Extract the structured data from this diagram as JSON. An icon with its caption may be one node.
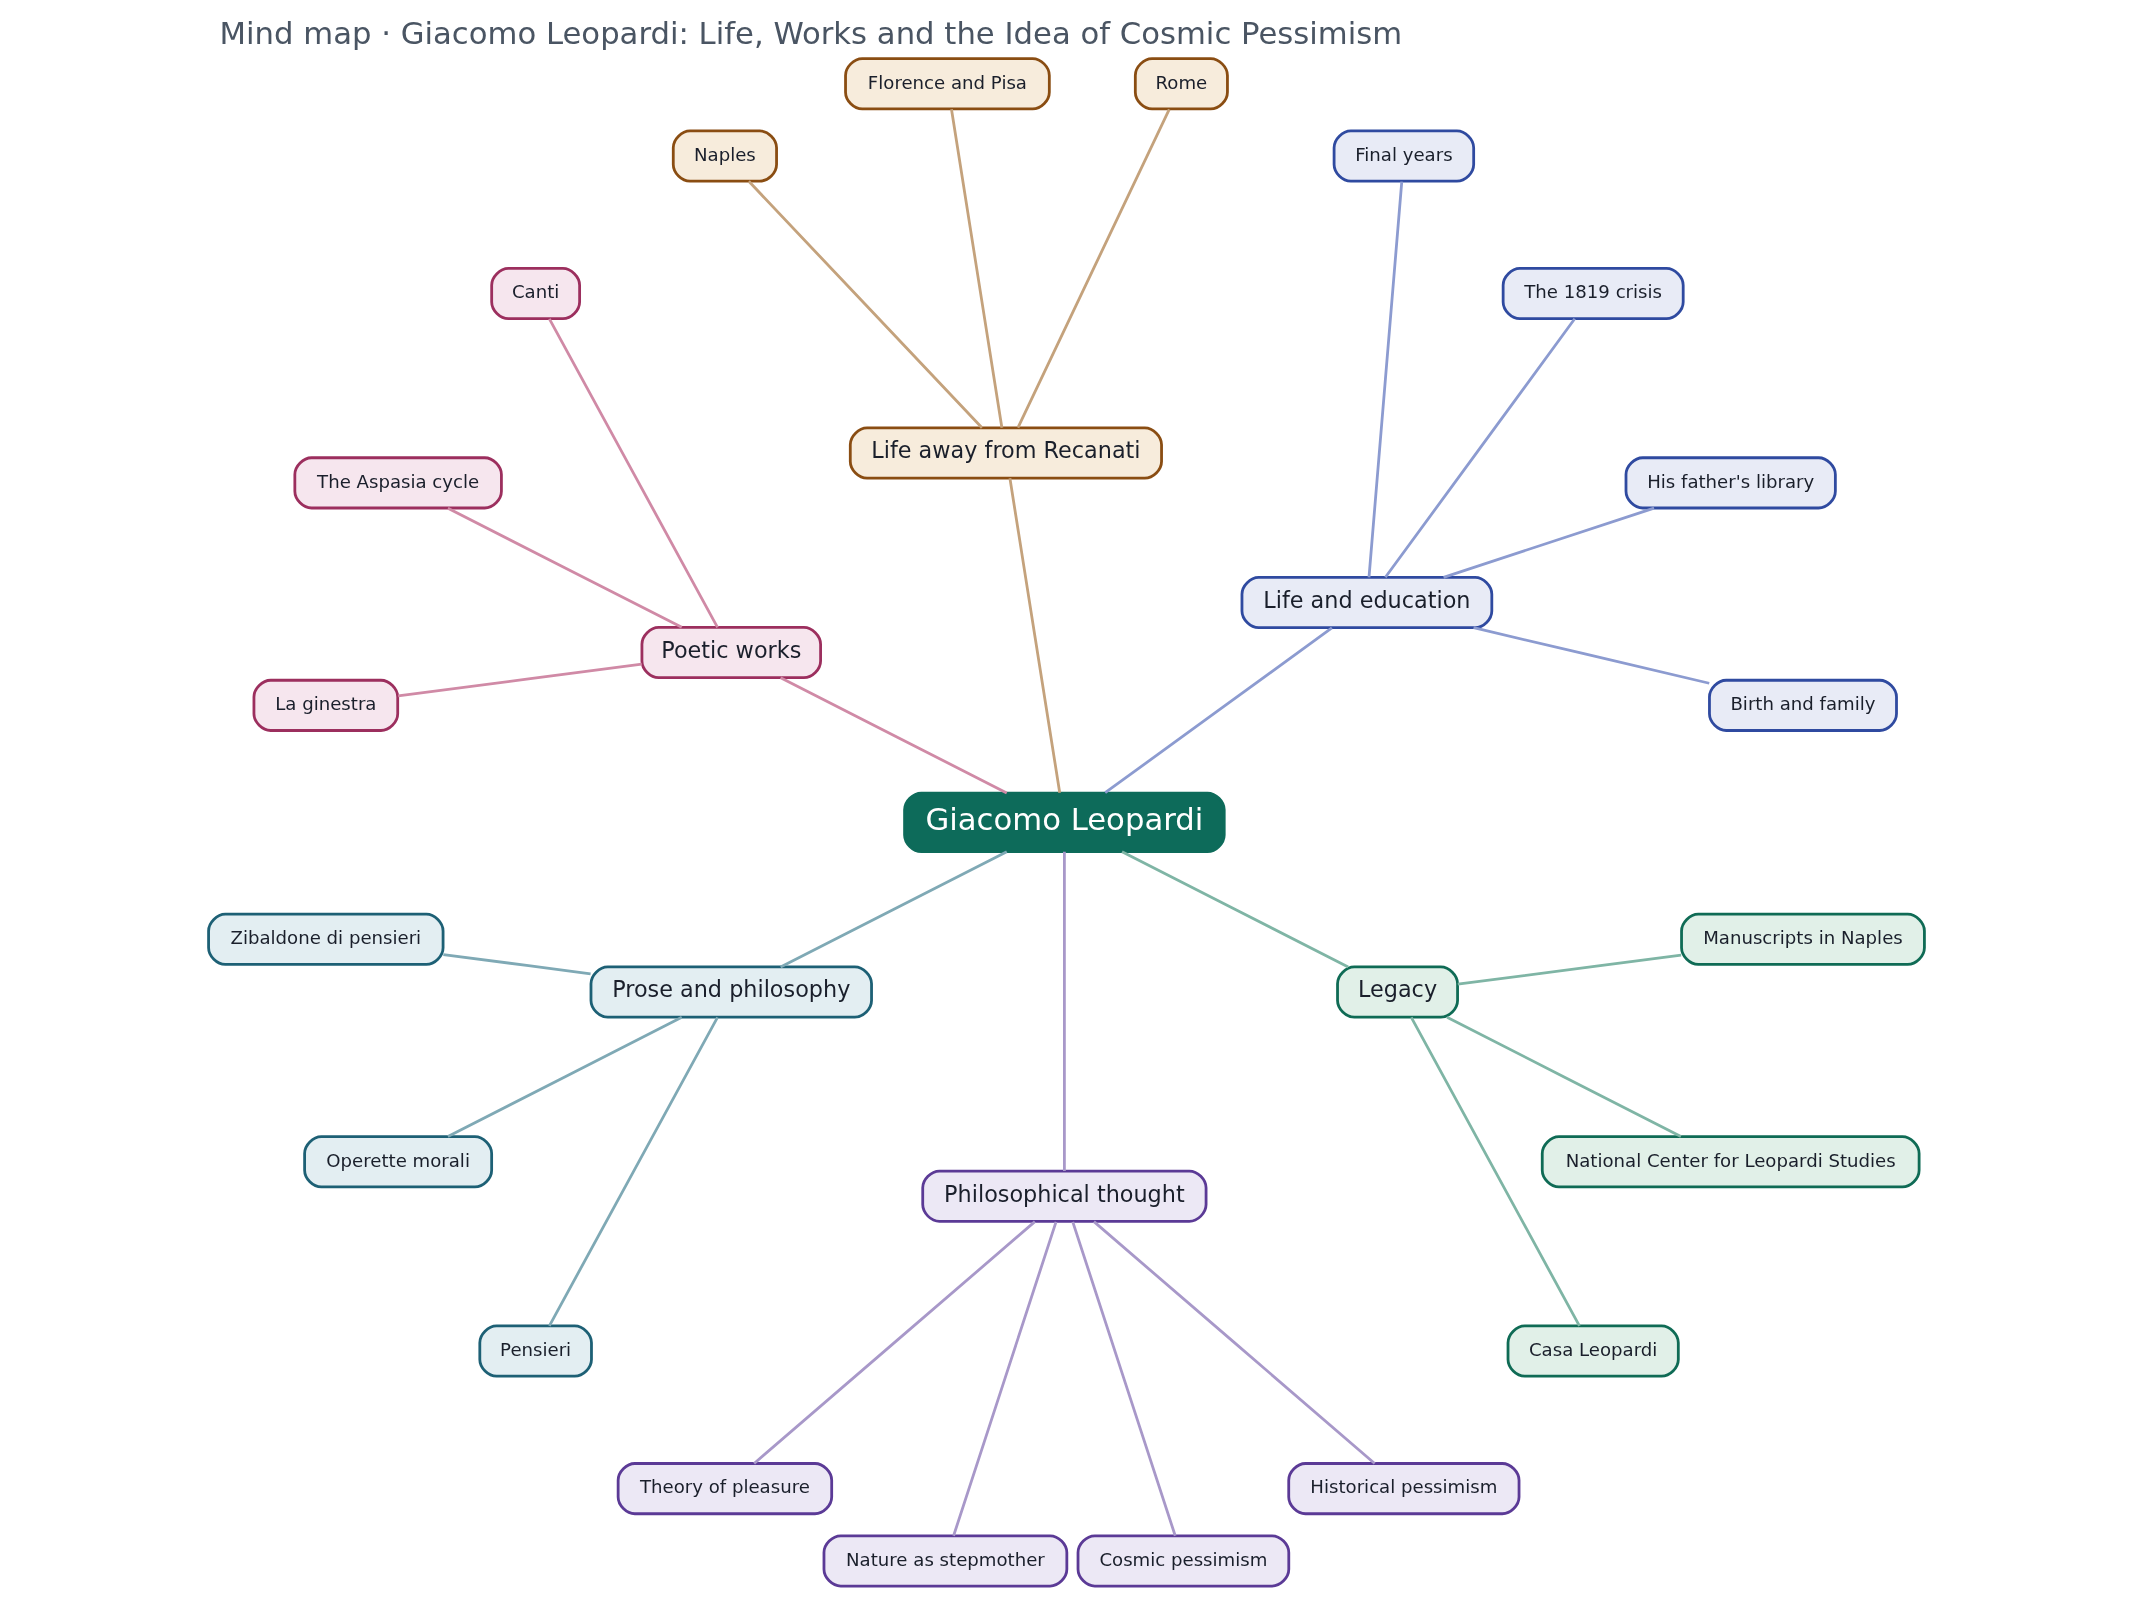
{
  "diagram": {
    "title": "Mind map · Giacomo Leopardi: Life, Works and the Idea of Cosmic Pessimism",
    "nodes": [
      {
        "text": [
          "Giacomo Leopardi"
        ]
      },
      {
        "text": [
          "Life and education"
        ]
      },
      {
        "text": [
          "Birth and family"
        ]
      },
      {
        "text": [
          "His father's library"
        ]
      },
      {
        "text": [
          "The 1819 crisis"
        ]
      },
      {
        "text": [
          "Final years"
        ]
      },
      {
        "text": [
          "Life away from Recanati"
        ]
      },
      {
        "text": [
          "Rome"
        ]
      },
      {
        "text": [
          "Florence and Pisa"
        ]
      },
      {
        "text": [
          "Naples"
        ]
      },
      {
        "text": [
          "Poetic works"
        ]
      },
      {
        "text": [
          "Canti"
        ]
      },
      {
        "text": [
          "The Aspasia cycle"
        ]
      },
      {
        "text": [
          "La ginestra"
        ]
      },
      {
        "text": [
          "Prose and philosophy"
        ]
      },
      {
        "text": [
          "Zibaldone di pensieri"
        ]
      },
      {
        "text": [
          "Operette morali"
        ]
      },
      {
        "text": [
          "Pensieri"
        ]
      },
      {
        "text": [
          "Philosophical thought"
        ]
      },
      {
        "text": [
          "Theory of pleasure"
        ]
      },
      {
        "text": [
          "Nature as stepmother"
        ]
      },
      {
        "text": [
          "Cosmic pessimism"
        ]
      },
      {
        "text": [
          "Historical pessimism"
        ]
      },
      {
        "text": [
          "Legacy"
        ]
      },
      {
        "text": [
          "Casa Leopardi"
        ]
      },
      {
        "text": [
          "National Center for Leopardi Studies"
        ]
      },
      {
        "text": [
          "Manuscripts in Naples"
        ]
      }
    ],
    "edges": [
      {
        "from": 0,
        "to": 1,
        "arrow": "none",
        "color": "#8c9bd0"
      },
      {
        "from": 1,
        "to": 2,
        "arrow": "none",
        "color": "#8c9bd0"
      },
      {
        "from": 1,
        "to": 3,
        "arrow": "none",
        "color": "#8c9bd0"
      },
      {
        "from": 1,
        "to": 4,
        "arrow": "none",
        "color": "#8c9bd0"
      },
      {
        "from": 1,
        "to": 5,
        "arrow": "none",
        "color": "#8c9bd0"
      },
      {
        "from": 0,
        "to": 6,
        "arrow": "none",
        "color": "#c4a27c"
      },
      {
        "from": 6,
        "to": 7,
        "arrow": "none",
        "color": "#c4a27c"
      },
      {
        "from": 6,
        "to": 8,
        "arrow": "none",
        "color": "#c4a27c"
      },
      {
        "from": 6,
        "to": 9,
        "arrow": "none",
        "color": "#c4a27c"
      },
      {
        "from": 0,
        "to": 10,
        "arrow": "none",
        "color": "#d08aa6"
      },
      {
        "from": 10,
        "to": 11,
        "arrow": "none",
        "color": "#d08aa6"
      },
      {
        "from": 10,
        "to": 12,
        "arrow": "none",
        "color": "#d08aa6"
      },
      {
        "from": 10,
        "to": 13,
        "arrow": "none",
        "color": "#d08aa6"
      },
      {
        "from": 0,
        "to": 14,
        "arrow": "none",
        "color": "#7fa9b5"
      },
      {
        "from": 14,
        "to": 15,
        "arrow": "none",
        "color": "#7fa9b5"
      },
      {
        "from": 14,
        "to": 16,
        "arrow": "none",
        "color": "#7fa9b5"
      },
      {
        "from": 14,
        "to": 17,
        "arrow": "none",
        "color": "#7fa9b5"
      },
      {
        "from": 0,
        "to": 18,
        "arrow": "none",
        "color": "#a898c9"
      },
      {
        "from": 18,
        "to": 19,
        "arrow": "none",
        "color": "#a898c9"
      },
      {
        "from": 18,
        "to": 20,
        "arrow": "none",
        "color": "#a898c9"
      },
      {
        "from": 18,
        "to": 21,
        "arrow": "none",
        "color": "#a898c9"
      },
      {
        "from": 18,
        "to": 22,
        "arrow": "none",
        "color": "#a898c9"
      },
      {
        "from": 0,
        "to": 23,
        "arrow": "none",
        "color": "#7fb5a5"
      },
      {
        "from": 23,
        "to": 24,
        "arrow": "none",
        "color": "#7fb5a5"
      },
      {
        "from": 23,
        "to": 25,
        "arrow": "none",
        "color": "#7fb5a5"
      },
      {
        "from": 23,
        "to": 26,
        "arrow": "none",
        "color": "#7fb5a5"
      }
    ]
  }
}
